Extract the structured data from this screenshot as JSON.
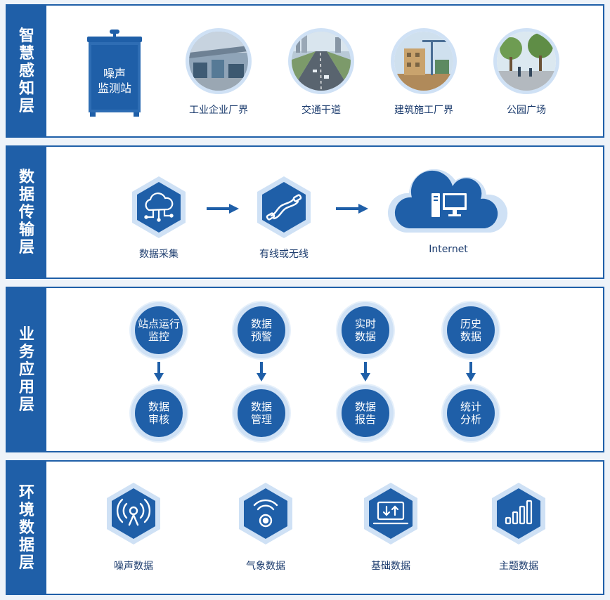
{
  "layers": [
    {
      "label": [
        "智",
        "慧",
        "感",
        "知",
        "层"
      ]
    },
    {
      "label": [
        "数",
        "据",
        "传",
        "输",
        "层"
      ]
    },
    {
      "label": [
        "业",
        "务",
        "应",
        "用",
        "层"
      ]
    },
    {
      "label": [
        "环",
        "境",
        "数",
        "据",
        "层"
      ]
    }
  ],
  "sensing": {
    "station": [
      "噪声",
      "监测站"
    ],
    "sites": [
      "工业企业厂界",
      "交通干道",
      "建筑施工厂界",
      "公园广场"
    ]
  },
  "transmission": {
    "steps": [
      "数据采集",
      "有线或无线",
      "Internet"
    ]
  },
  "application": {
    "top": [
      [
        "站点运行",
        "监控"
      ],
      [
        "数据",
        "预警"
      ],
      [
        "实时",
        "数据"
      ],
      [
        "历史",
        "数据"
      ]
    ],
    "bottom": [
      [
        "数据",
        "审核"
      ],
      [
        "数据",
        "管理"
      ],
      [
        "数据",
        "报告"
      ],
      [
        "统计",
        "分析"
      ]
    ]
  },
  "environment": {
    "items": [
      "噪声数据",
      "气象数据",
      "基础数据",
      "主题数据"
    ]
  },
  "colors": {
    "primary": "#1f5fa8",
    "halo": "#cfe1f5",
    "text": "#1c3c6e"
  }
}
